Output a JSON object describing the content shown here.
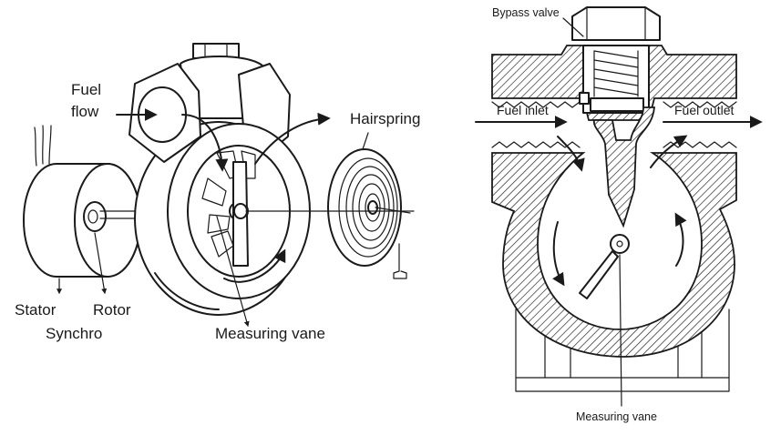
{
  "left_view": {
    "labels": {
      "fuel_flow_line1": "Fuel",
      "fuel_flow_line2": "flow",
      "hairspring": "Hairspring",
      "stator": "Stator",
      "rotor": "Rotor",
      "synchro": "Synchro",
      "measuring_vane": "Measuring vane"
    }
  },
  "right_view": {
    "labels": {
      "bypass_valve": "Bypass valve",
      "fuel_inlet": "Fuel inlet",
      "fuel_outlet": "Fuel outlet",
      "measuring_vane": "Measuring vane"
    }
  },
  "colors": {
    "ink": "#1a1a1a",
    "paper": "#ffffff"
  }
}
